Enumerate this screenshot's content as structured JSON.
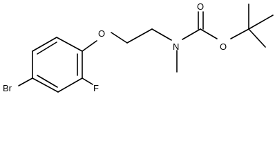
{
  "structure": {
    "atoms": {
      "br": "Br",
      "f": "F",
      "o_ether": "O",
      "n": "N",
      "o_carbonyl": "O",
      "o_ester": "O"
    }
  }
}
